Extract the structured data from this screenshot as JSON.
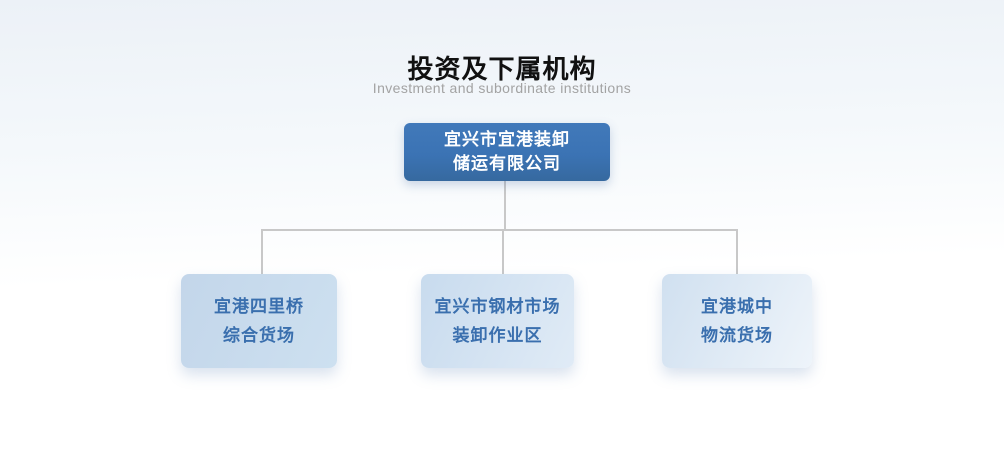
{
  "header": {
    "title": "投资及下属机构",
    "subtitle": "Investment and subordinate institutions"
  },
  "org_chart": {
    "type": "organization-tree",
    "root": {
      "line1": "宜兴市宜港装卸",
      "line2": "储运有限公司"
    },
    "children": [
      {
        "line1": "宜港四里桥",
        "line2": "综合货场"
      },
      {
        "line1": "宜兴市钢材市场",
        "line2": "装卸作业区"
      },
      {
        "line1": "宜港城中",
        "line2": "物流货场"
      }
    ]
  },
  "colors": {
    "page_bg_top": "#ecf1f7",
    "page_bg_bottom": "#ffffff",
    "title_text": "#111111",
    "subtitle_text": "#a3a3a3",
    "root_box_fill": "#3b73b4",
    "root_box_text": "#ffffff",
    "child_box_fill": "#c8dbee",
    "child_box_text": "#3a6fae",
    "connector_line": "#c8c8c8"
  }
}
